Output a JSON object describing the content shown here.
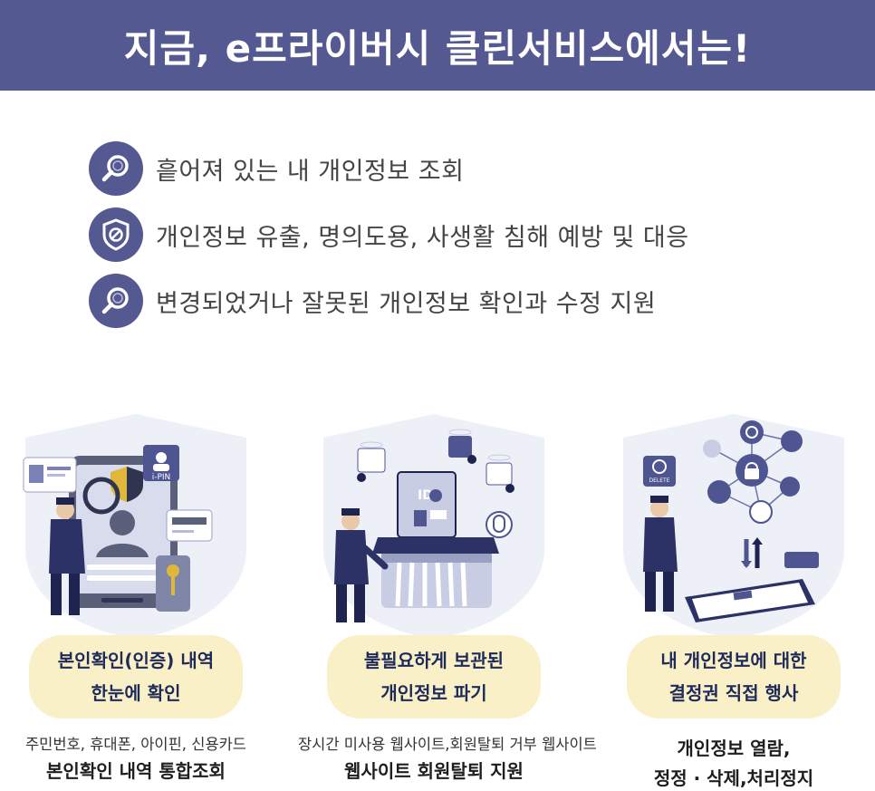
{
  "banner": {
    "title": "지금, e프라이버시 클린서비스에서는!"
  },
  "features": [
    {
      "icon": "magnifier-icon",
      "text": "흩어져 있는 내 개인정보 조회"
    },
    {
      "icon": "shield-block-icon",
      "text": "개인정보 유출, 명의도용, 사생활 침해 예방 및 대응"
    },
    {
      "icon": "magnifier-icon",
      "text": "변경되었거나 잘못된 개인정보 확인과 수정 지원"
    }
  ],
  "cards": [
    {
      "illustration_labels": {
        "ipin": "i-PIN"
      },
      "pill": [
        "본인확인(인증) 내역",
        "한눈에 확인"
      ],
      "desc_small": "주민번호, 휴대폰, 아이핀, 신용카드",
      "desc_bold": [
        "본인확인 내역 통합조회"
      ]
    },
    {
      "illustration_labels": {
        "id": "ID"
      },
      "pill": [
        "불필요하게 보관된",
        "개인정보 파기"
      ],
      "desc_small": "장시간 미사용 웹사이트,회원탈퇴 거부 웹사이트",
      "desc_bold": [
        "웹사이트 회원탈퇴 지원"
      ]
    },
    {
      "illustration_labels": {
        "delete": "DELETE"
      },
      "pill": [
        "내 개인정보에 대한",
        "결정권 직접 행사"
      ],
      "desc_small": "",
      "desc_bold": [
        "개인정보 열람,",
        "정정 · 삭제,처리정지"
      ]
    }
  ],
  "colors": {
    "primary": "#545a91",
    "pill_bg": "#faf0c8",
    "shield_bg": "#eef0f8"
  }
}
